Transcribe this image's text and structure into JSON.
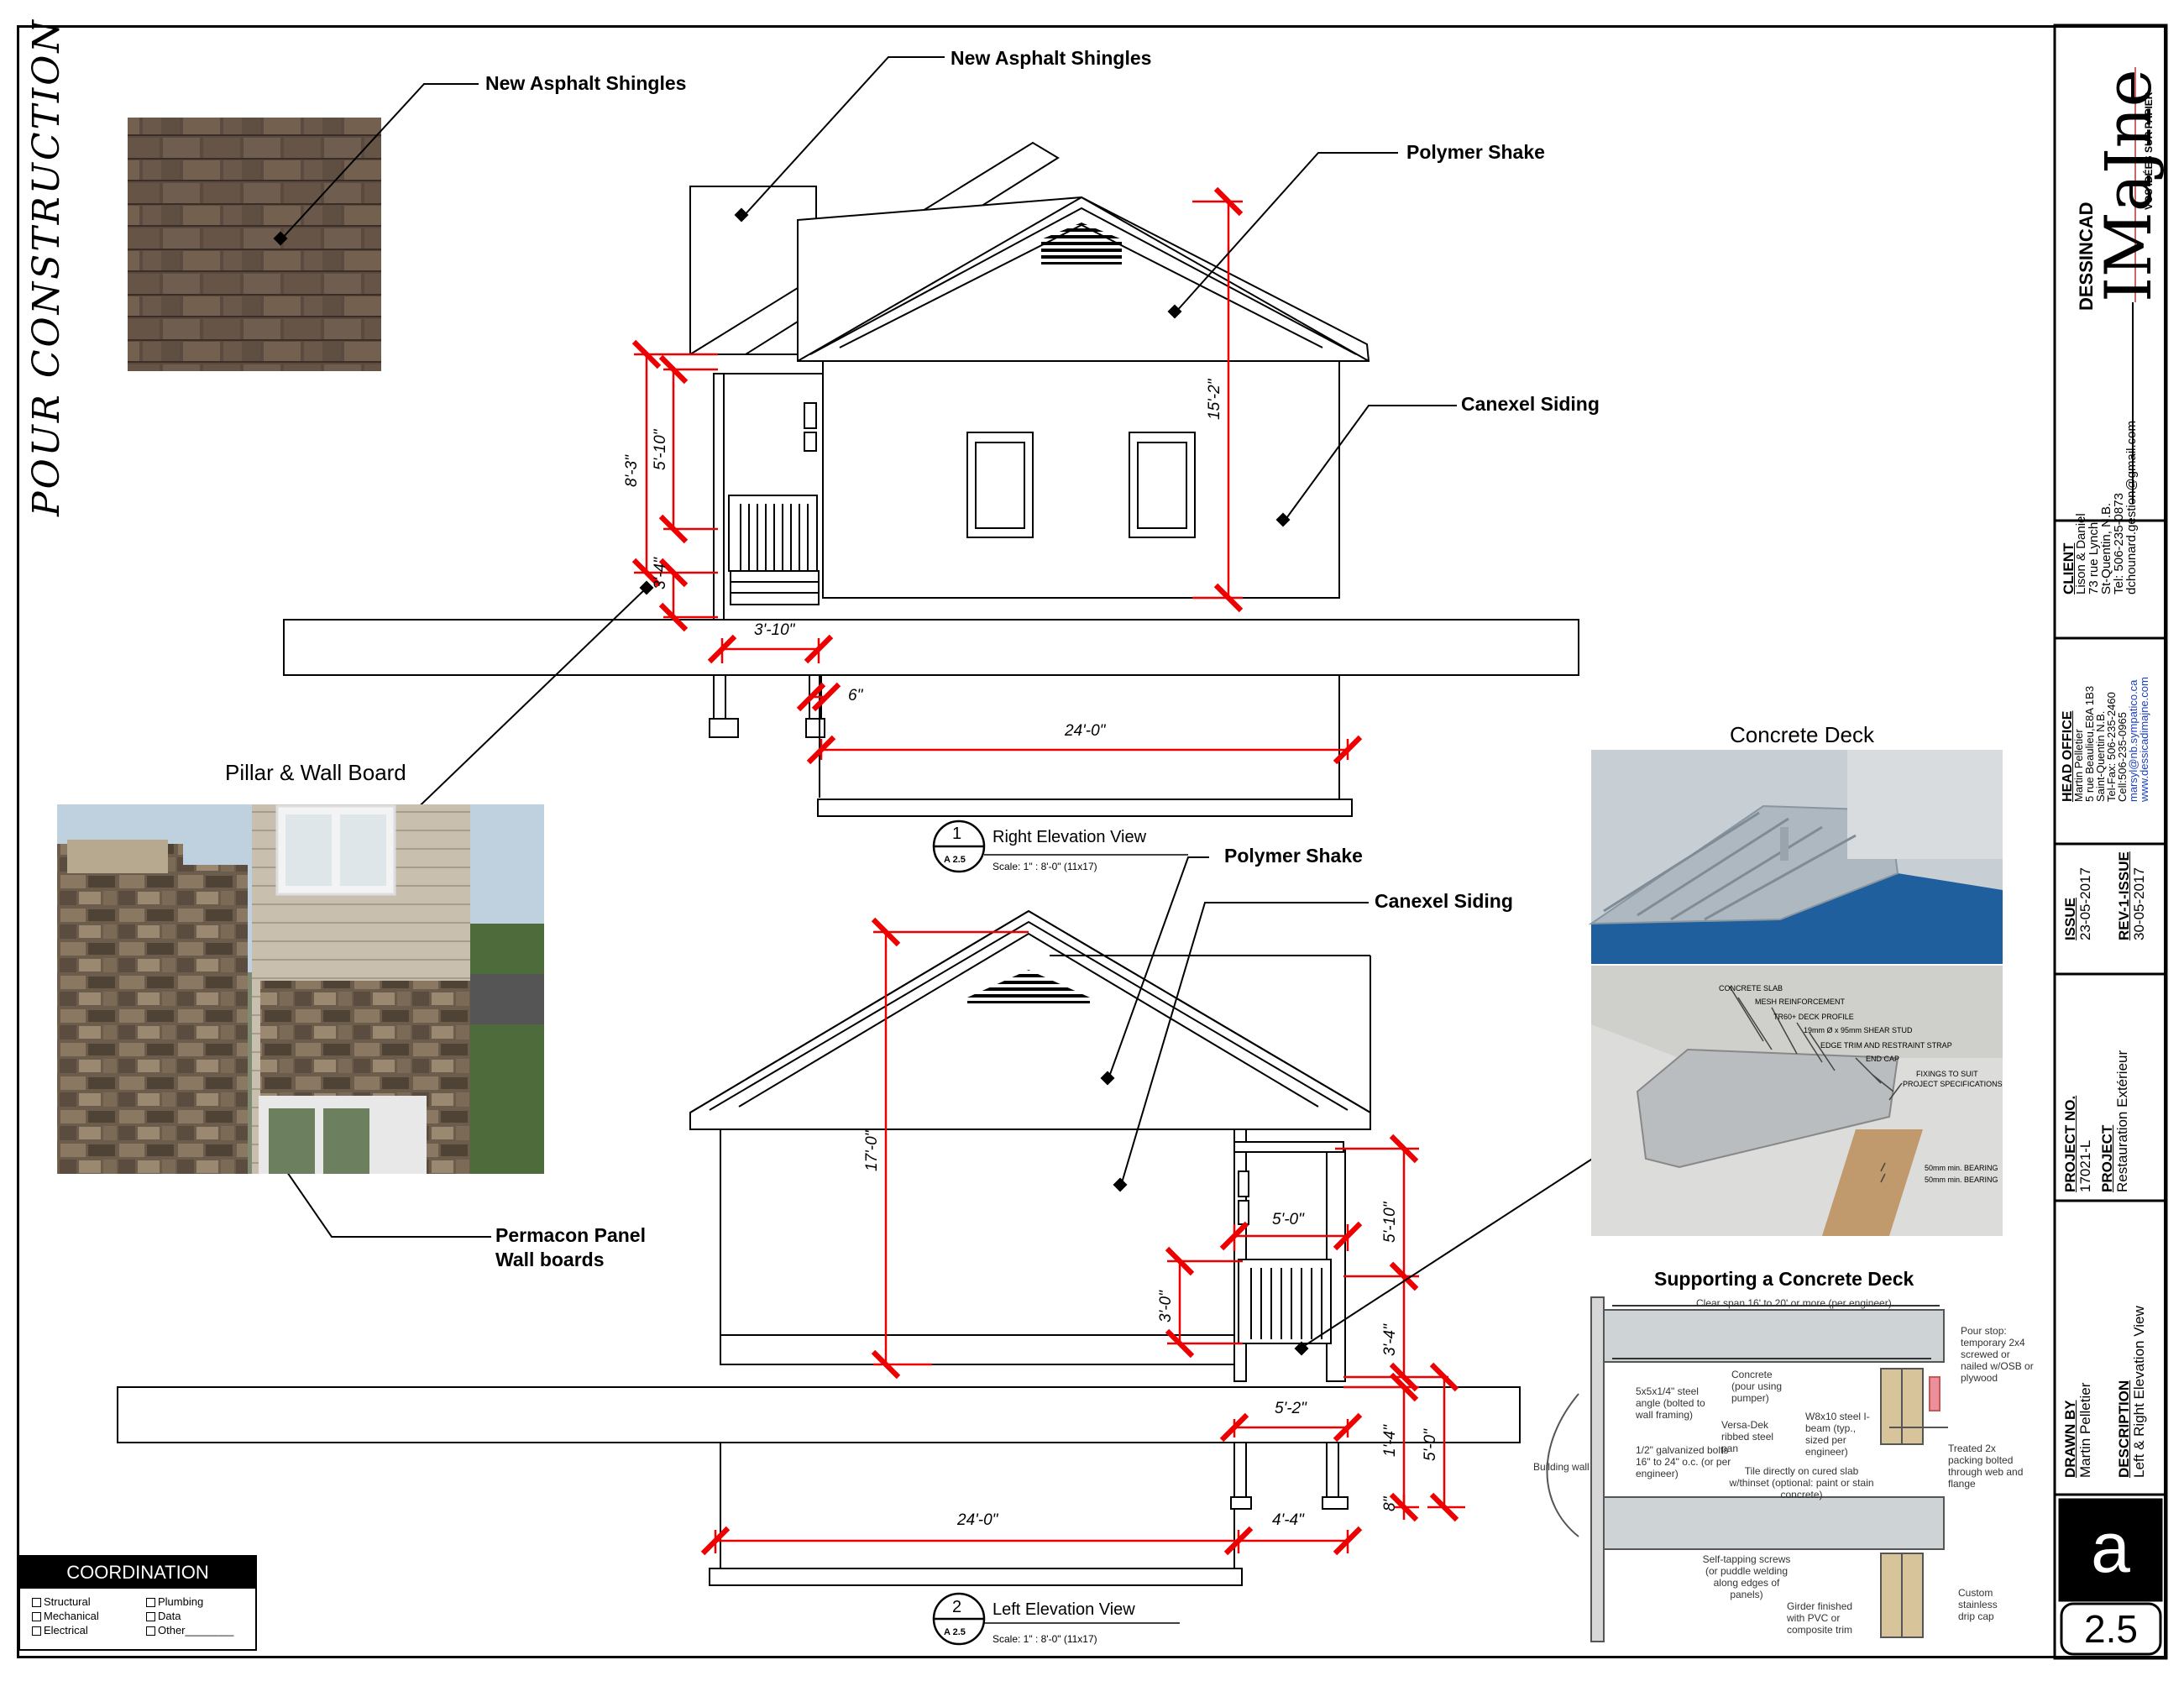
{
  "vertical_title": "POUR CONSTRUCTION",
  "callouts": {
    "shingles_sample": "New Asphalt Shingles",
    "shingles_right": "New Asphalt Shingles",
    "polymer_shake_right": "Polymer Shake",
    "canexel_right": "Canexel Siding",
    "pillar_wall_board": "Pillar & Wall Board",
    "permacon_line1": "Permacon Panel",
    "permacon_line2": "Wall boards",
    "polymer_shake_left": "Polymer Shake",
    "canexel_left": "Canexel Siding",
    "concrete_deck": "Concrete Deck",
    "supporting_deck": "Supporting a Concrete Deck"
  },
  "dimensions_right": {
    "d1": "8'-3\"",
    "d2": "5'-10\"",
    "d3": "3'-4\"",
    "d4": "15'-2\"",
    "d5": "3'-10\"",
    "d6": "6\"",
    "d7": "24'-0\""
  },
  "dimensions_left": {
    "d1": "17'-0\"",
    "d2": "5'-10\"",
    "d3": "5'-0\"",
    "d4": "3'-0\"",
    "d5": "3'-4\"",
    "d6": "5'-2\"",
    "d7": "1'-4\"",
    "d8": "5'-0\"",
    "d9": "8\"",
    "d10": "24'-0\"",
    "d11": "4'-4\""
  },
  "views": {
    "right": {
      "number": "1",
      "sheet": "A 2.5",
      "title": "Right Elevation View",
      "scale": "Scale: 1\" : 8'-0\" (11x17)"
    },
    "left": {
      "number": "2",
      "sheet": "A 2.5",
      "title": "Left Elevation View",
      "scale": "Scale: 1\" : 8'-0\" (11x17)"
    }
  },
  "deck_detail_labels": {
    "slab": "CONCRETE SLAB",
    "mesh": "MESH REINFORCEMENT",
    "profile": "TR60+ DECK PROFILE",
    "stud": "19mm Ø x 95mm SHEAR STUD",
    "trim": "EDGE TRIM AND RESTRAINT STRAP",
    "endcap": "END CAP",
    "fixings1": "FIXINGS TO SUIT",
    "fixings2": "PROJECT SPECIFICATIONS",
    "bearing1": "50mm min. BEARING",
    "bearing2": "50mm min. BEARING"
  },
  "support_labels": {
    "span": "Clear span 16' to 20' or more (per engineer)",
    "pour_stop": "Pour stop: temporary 2x4 screwed or nailed w/OSB or plywood",
    "concrete": "Concrete (pour using pumper)",
    "angle": "5x5x1/4\" steel angle (bolted to wall framing)",
    "versadek": "Versa-Dek ribbed steel pan",
    "ibeam": "W8x10 steel I-beam (typ., sized per engineer)",
    "galv": "1/2\" galvanized bolts 16\" to 24\" o.c. (or per engineer)",
    "treated": "Treated 2x packing bolted through web and flange",
    "building_wall": "Building wall",
    "tile": "Tile directly on cured slab w/thinset (optional: paint or stain concrete)",
    "screws": "Self-tapping screws (or puddle welding along edges of panels)",
    "girder": "Girder finished with PVC or composite trim",
    "custom": "Custom stainless drip cap"
  },
  "coordination": {
    "title": "COORDINATION",
    "items": [
      "Structural",
      "Mechanical",
      "Electrical",
      "Plumbing",
      "Data",
      "Other________"
    ]
  },
  "title_block": {
    "brand_small": "DESSINCAD",
    "brand_large": "IMaJne",
    "tagline": "VOS IDÉES SUR PAPIER",
    "client_hd": "CLIENT",
    "client_lines": [
      "Lison & Daniel",
      "73 rue Lynch",
      "St-Quentin, N.B.",
      "Tel: 506-235-0873",
      "dchounard.gestion@gmail.com"
    ],
    "office_hd": "HEAD OFFICE",
    "office_lines": [
      "Martin Pelletier",
      "5 rue Beaulieu,E8A 1B3",
      "Saint-Quentin N.B.",
      "Tel-Fax: 506-235-2460",
      "Cell:506-235-0965"
    ],
    "office_links": [
      "marsyl@nb.sympatico.ca",
      "www.dessicadimajne.com"
    ],
    "issue_hd": "ISSUE",
    "issue_date": "23-05-2017",
    "rev_hd": "REV-1-ISSUE",
    "rev_date": "30-05-2017",
    "projno_hd": "PROJECT NO.",
    "projno": "17021-L",
    "project_hd": "PROJECT",
    "project": "Restauration Extérieur",
    "drawn_hd": "DRAWN BY",
    "drawn": "Martin Pelletier",
    "desc_hd": "DESCRIPTION",
    "desc": "Left & Right Elevation View",
    "letter": "a",
    "sheet": "2.5"
  }
}
